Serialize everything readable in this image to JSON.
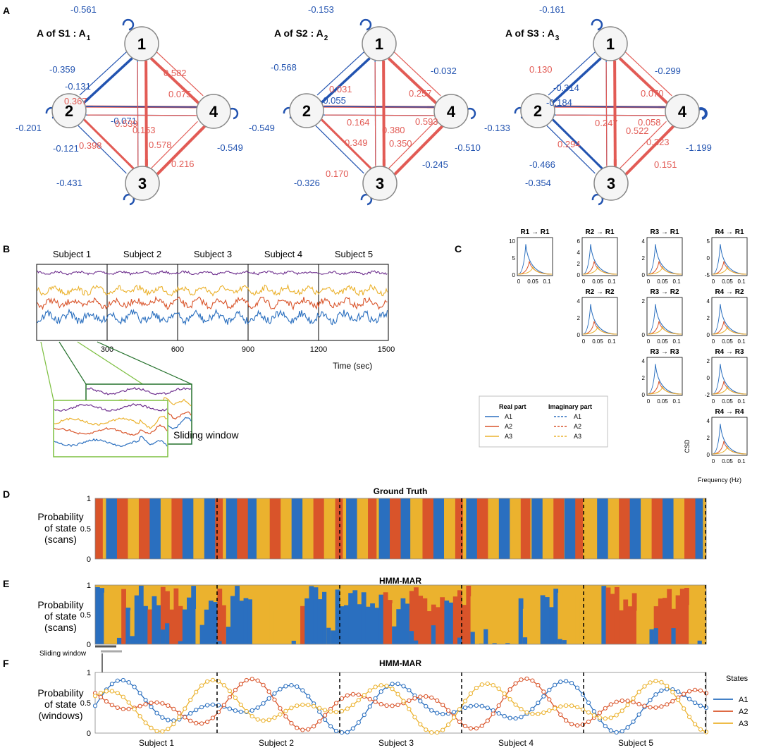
{
  "panels": {
    "A": {
      "letter": "A",
      "graphs": [
        {
          "title_main": "A of S1 : A",
          "title_sub": "1",
          "self": {
            "n1": "-0.561",
            "n2": "-0.201",
            "n3": "-0.431",
            "n4": "-0.549"
          },
          "edges": [
            "-0.359",
            "-0.131",
            "0.367",
            "0.582",
            "0.075",
            "-0.071",
            "0.539",
            "0.153",
            "-0.121",
            "0.398",
            "0.578",
            "0.216"
          ]
        },
        {
          "title_main": "A of S2 : A",
          "title_sub": "2",
          "self": {
            "n1": "-0.153",
            "n2": "-0.549",
            "n3": "-0.326",
            "n4": "-0.510"
          },
          "edges": [
            "-0.568",
            "0.031",
            "-0.055",
            "0.257",
            "-0.032",
            "0.593",
            "0.164",
            "0.380",
            "0.170",
            "0.349",
            "0.350",
            "-0.245"
          ]
        },
        {
          "title_main": "A of S3 : A",
          "title_sub": "3",
          "self": {
            "n1": "-0.161",
            "n2": "-0.133",
            "n3": "-0.354",
            "n4": "-1.199"
          },
          "edges": [
            "0.130",
            "-0.314",
            "-0.184",
            "0.070",
            "-0.299",
            "0.247",
            "0.058",
            "0.522",
            "-0.466",
            "0.323",
            "0.294",
            "0.151"
          ]
        }
      ],
      "node_labels": [
        "1",
        "2",
        "3",
        "4"
      ]
    },
    "B": {
      "letter": "B",
      "subjects": [
        "Subject 1",
        "Subject 2",
        "Subject 3",
        "Subject 4",
        "Subject 5"
      ],
      "ticks": [
        "300",
        "600",
        "900",
        "1200",
        "1500"
      ],
      "xlabel": "Time (sec)",
      "window_label": "Sliding window"
    },
    "C": {
      "letter": "C",
      "titles": [
        "R1 → R1",
        "R2 → R1",
        "R3 → R1",
        "R4 → R1",
        "R2 → R2",
        "R3 → R2",
        "R4 → R2",
        "R3 → R3",
        "R4 → R3",
        "R4 → R4"
      ],
      "xticks": [
        "0",
        "0.05",
        "0.1"
      ],
      "ylabel": "CSD",
      "xlabel": "Frequency (Hz)",
      "legend": {
        "real_header": "Real part",
        "imag_header": "Imaginary part",
        "items": [
          "A1",
          "A2",
          "A3"
        ]
      }
    },
    "D": {
      "letter": "D",
      "title": "Ground Truth",
      "ylabel": [
        "Probability",
        "of state",
        "(scans)"
      ],
      "yticks": [
        "1",
        "0.5",
        "0"
      ]
    },
    "E": {
      "letter": "E",
      "title": "HMM-MAR",
      "ylabel": [
        "Probability",
        "of state",
        "(scans)"
      ],
      "yticks": [
        "1",
        "0.5",
        "0"
      ],
      "window_label": "Sliding window"
    },
    "F": {
      "letter": "F",
      "title": "HMM-MAR",
      "ylabel": [
        "Probability",
        "of state",
        "(windows)"
      ],
      "yticks": [
        "1",
        "0.5",
        "0"
      ],
      "subjects": [
        "Subject 1",
        "Subject 2",
        "Subject 3",
        "Subject 4",
        "Subject 5"
      ],
      "legend_title": "States",
      "legend_items": [
        "A1",
        "A2",
        "A3"
      ]
    }
  },
  "colors": {
    "blue": "#2a6fbf",
    "red": "#d9542a",
    "yellow": "#ebb22e",
    "purple": "#6e2f8e",
    "negative": "#2253b0",
    "positive": "#e25b55"
  },
  "chart_data": [
    {
      "type": "bar",
      "title": "Ground Truth",
      "series": [
        {
          "name": "A1"
        },
        {
          "name": "A2"
        },
        {
          "name": "A3"
        }
      ],
      "state_sequence": [
        1,
        0,
        1,
        2,
        1,
        0,
        2,
        1,
        0,
        2,
        0,
        1,
        0,
        1,
        0,
        2,
        1,
        2,
        0,
        2,
        1,
        2,
        1,
        0,
        2,
        1,
        0,
        1,
        0,
        2,
        1,
        0,
        2,
        1,
        0,
        1,
        2,
        0,
        2,
        1,
        0,
        2,
        1,
        0,
        1,
        2,
        0,
        2,
        1,
        0,
        2,
        1,
        0,
        2,
        1,
        0
      ],
      "ylim": [
        0,
        1
      ]
    },
    {
      "type": "area",
      "title": "HMM-MAR",
      "series": [
        {
          "name": "A1"
        },
        {
          "name": "A2"
        },
        {
          "name": "A3"
        }
      ],
      "ylim": [
        0,
        1
      ]
    },
    {
      "type": "line",
      "title": "HMM-MAR",
      "series": [
        {
          "name": "A1"
        },
        {
          "name": "A2"
        },
        {
          "name": "A3"
        }
      ],
      "ylim": [
        0,
        1
      ]
    }
  ]
}
